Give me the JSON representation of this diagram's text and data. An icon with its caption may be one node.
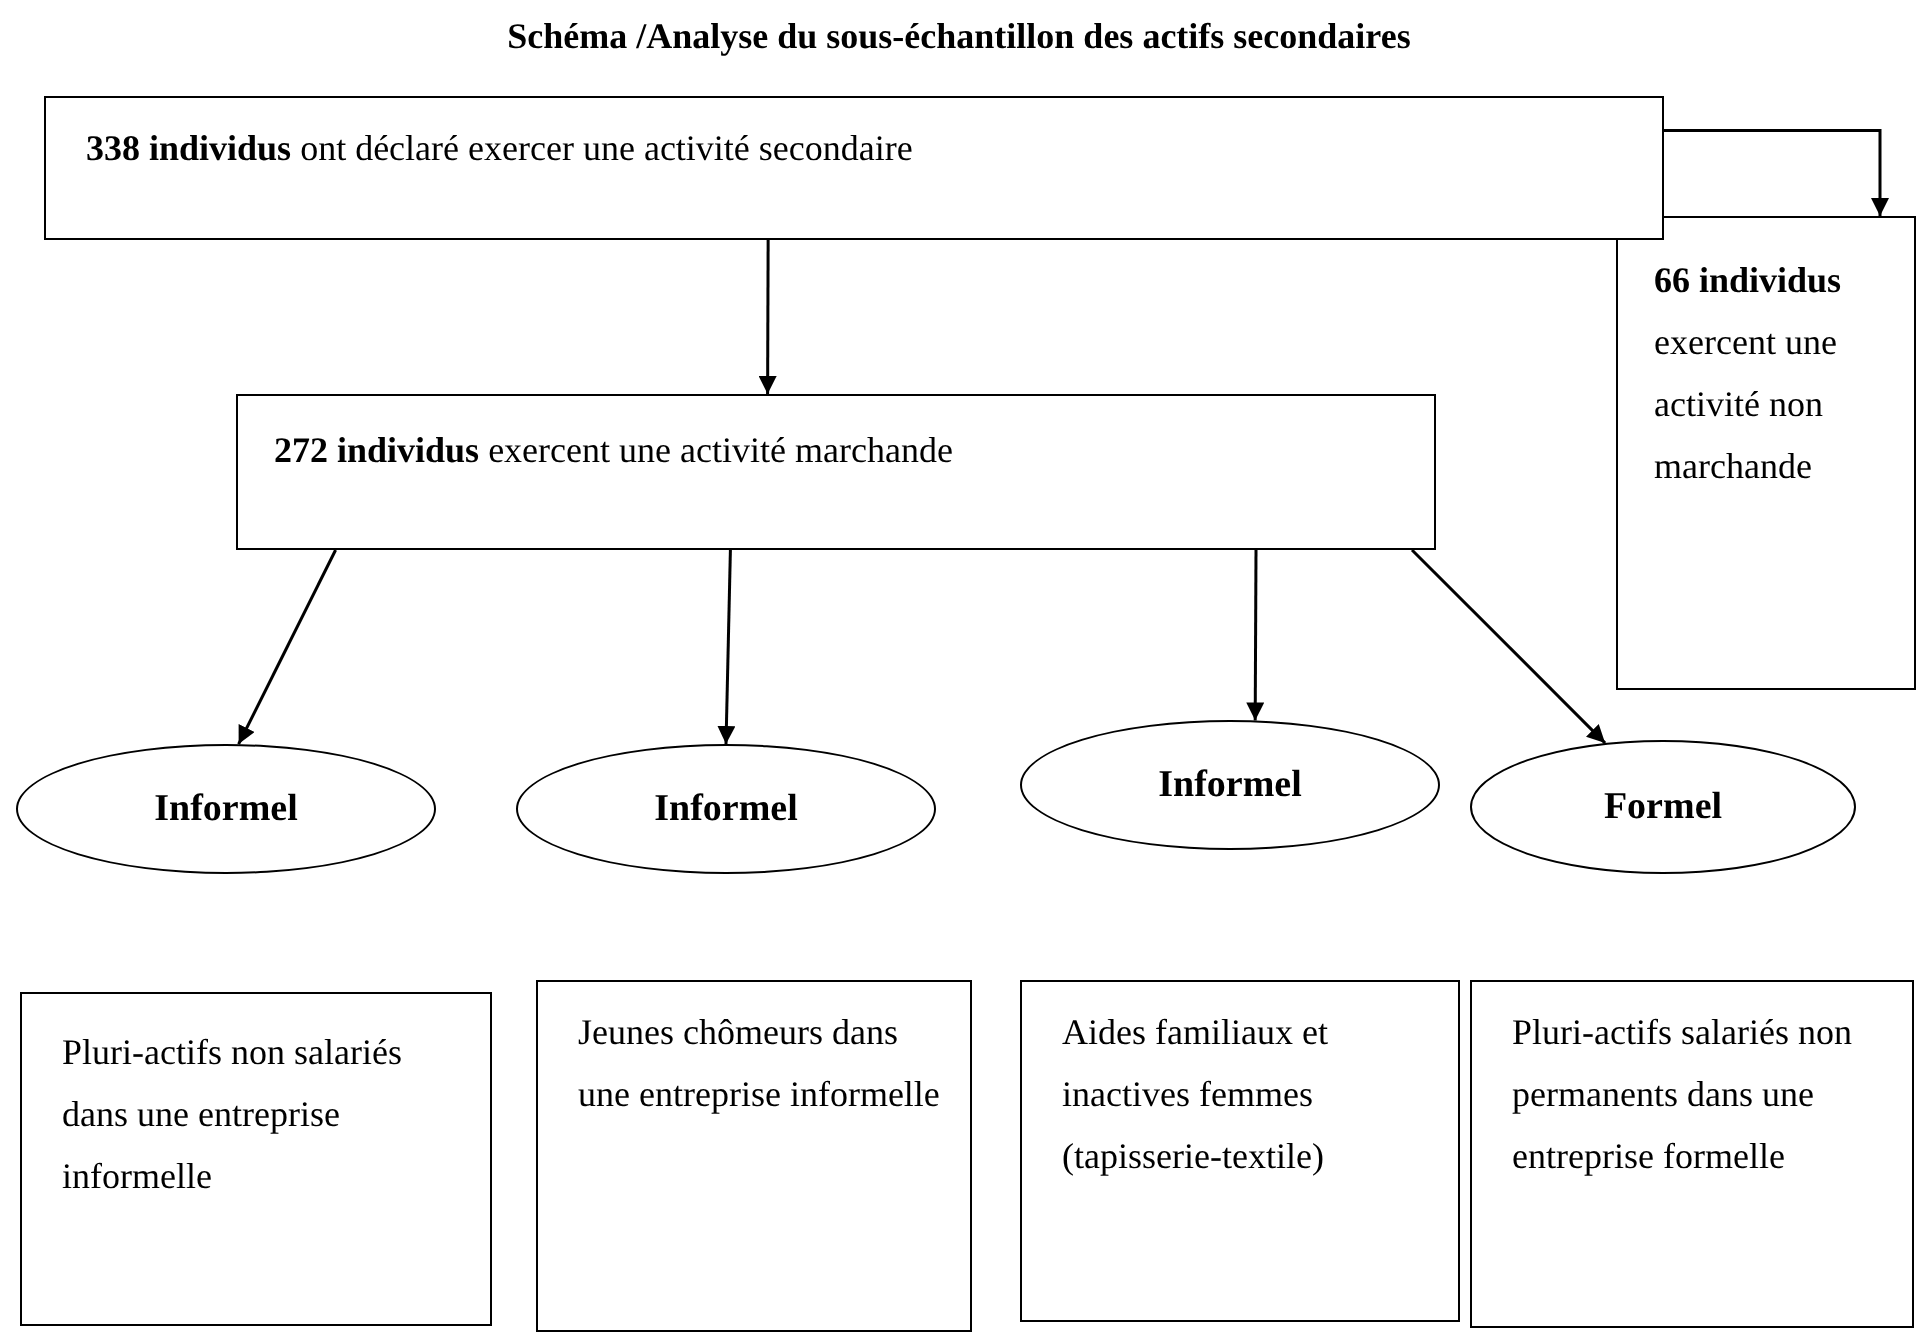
{
  "diagram": {
    "title": "Schéma /Analyse du sous-échantillon des actifs secondaires",
    "nodes": [
      {
        "text": [
          "**338 individus** ont déclaré exercer une activité secondaire"
        ]
      },
      {
        "text": [
          "**272 individus** exercent une activité marchande"
        ]
      },
      {
        "text": [
          "**66 individus** exercent une activité non marchande"
        ]
      },
      {
        "text": [
          "Informel"
        ]
      },
      {
        "text": [
          "Informel"
        ]
      },
      {
        "text": [
          "Informel"
        ]
      },
      {
        "text": [
          "Formel"
        ]
      },
      {
        "text": [
          "Pluri-actifs non salariés dans une entreprise informelle"
        ]
      },
      {
        "text": [
          "Jeunes chômeurs dans une entreprise informelle"
        ]
      },
      {
        "text": [
          "Aides familiaux et inactives femmes (tapisserie-textile)"
        ]
      },
      {
        "text": [
          "Pluri-actifs salariés non permanents dans une entreprise formelle"
        ]
      }
    ],
    "edges": [
      {
        "from": 0,
        "to": 1,
        "arrow": "to"
      },
      {
        "from": 0,
        "to": 2,
        "arrow": "to"
      },
      {
        "from": 1,
        "to": 3,
        "arrow": "to"
      },
      {
        "from": 1,
        "to": 4,
        "arrow": "to"
      },
      {
        "from": 1,
        "to": 5,
        "arrow": "to"
      },
      {
        "from": 1,
        "to": 6,
        "arrow": "to"
      }
    ]
  }
}
